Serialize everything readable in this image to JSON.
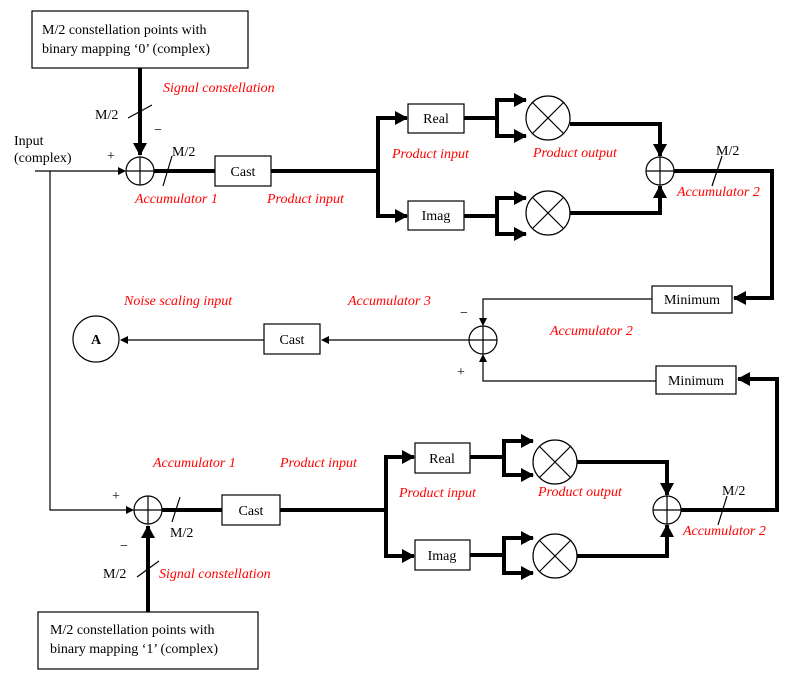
{
  "colors": {
    "annotation": "#ff0000",
    "lines": "#000000"
  },
  "top_source": {
    "line1": "M/2 constellation points with",
    "line2": "binary mapping ‘0’ (complex)"
  },
  "bottom_source": {
    "line1": "M/2 constellation points with",
    "line2": "binary mapping ‘1’ (complex)"
  },
  "input": {
    "line1": "Input",
    "line2": "(complex)"
  },
  "labels": {
    "m2": "M/2",
    "plus": "+",
    "minus": "−",
    "cast": "Cast",
    "real": "Real",
    "imag": "Imag",
    "minimum": "Minimum",
    "output_node": "A"
  },
  "annotations": {
    "signal_constellation": "Signal constellation",
    "accumulator_1": "Accumulator 1",
    "accumulator_2": "Accumulator 2",
    "accumulator_3": "Accumulator 3",
    "product_input": "Product input",
    "product_output": "Product output",
    "noise_scaling_input": "Noise scaling input"
  }
}
